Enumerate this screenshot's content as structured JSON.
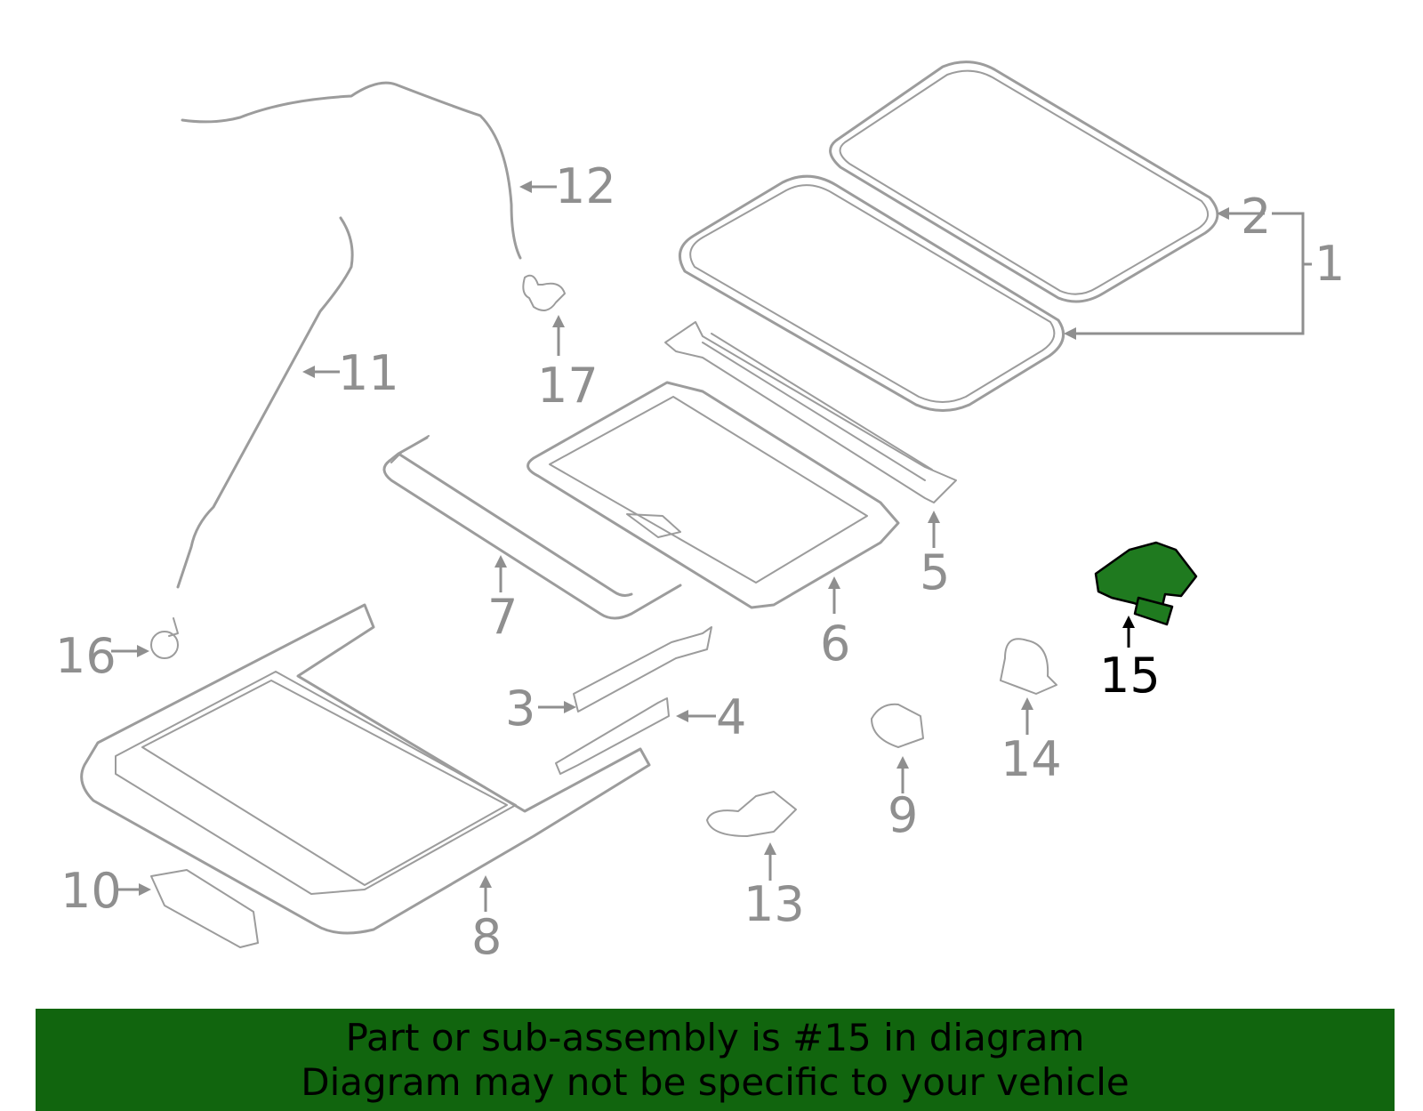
{
  "callouts": {
    "c1": "1",
    "c2": "2",
    "c3": "3",
    "c4": "4",
    "c5": "5",
    "c6": "6",
    "c7": "7",
    "c8": "8",
    "c9": "9",
    "c10": "10",
    "c11": "11",
    "c12": "12",
    "c13": "13",
    "c14": "14",
    "c15": "15",
    "c16": "16",
    "c17": "17"
  },
  "highlighted_part": "15",
  "colors": {
    "highlight": "#1f7a1f",
    "banner": "#11650e",
    "part_stroke": "#9c9c9c"
  },
  "banner": {
    "line1": "Part or sub-assembly is #15 in diagram",
    "line2": "Diagram may not be specific to your vehicle"
  }
}
